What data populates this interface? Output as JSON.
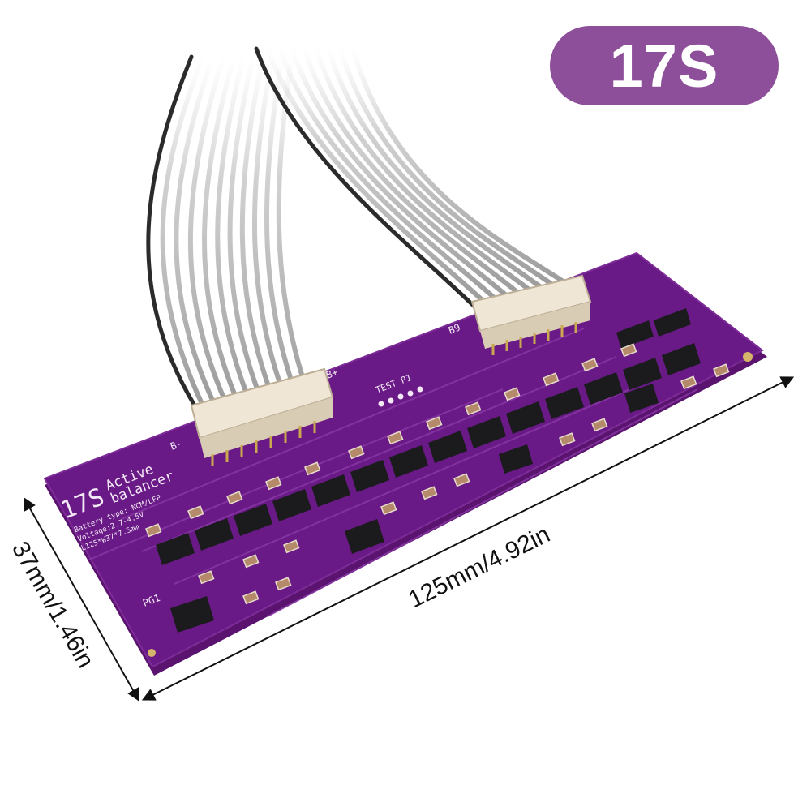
{
  "badge": {
    "label": "17S",
    "color": "#8e4f9a"
  },
  "dimensions": {
    "length": "125mm/4.92in",
    "width": "37mm/1.46in"
  },
  "board": {
    "color": "#6a1a86",
    "title": "17S",
    "subtitle_1": "Active",
    "subtitle_2": "balancer",
    "spec_1": "Battery type: NCM/LFP",
    "spec_2": "Voltage:2.7-4.5V",
    "spec_3": "L125*W37*7.5mm",
    "label_test": "TEST P1",
    "label_bminus": "B-",
    "label_bplus": "B+",
    "label_b9": "B9",
    "label_pg1": "PG1"
  }
}
